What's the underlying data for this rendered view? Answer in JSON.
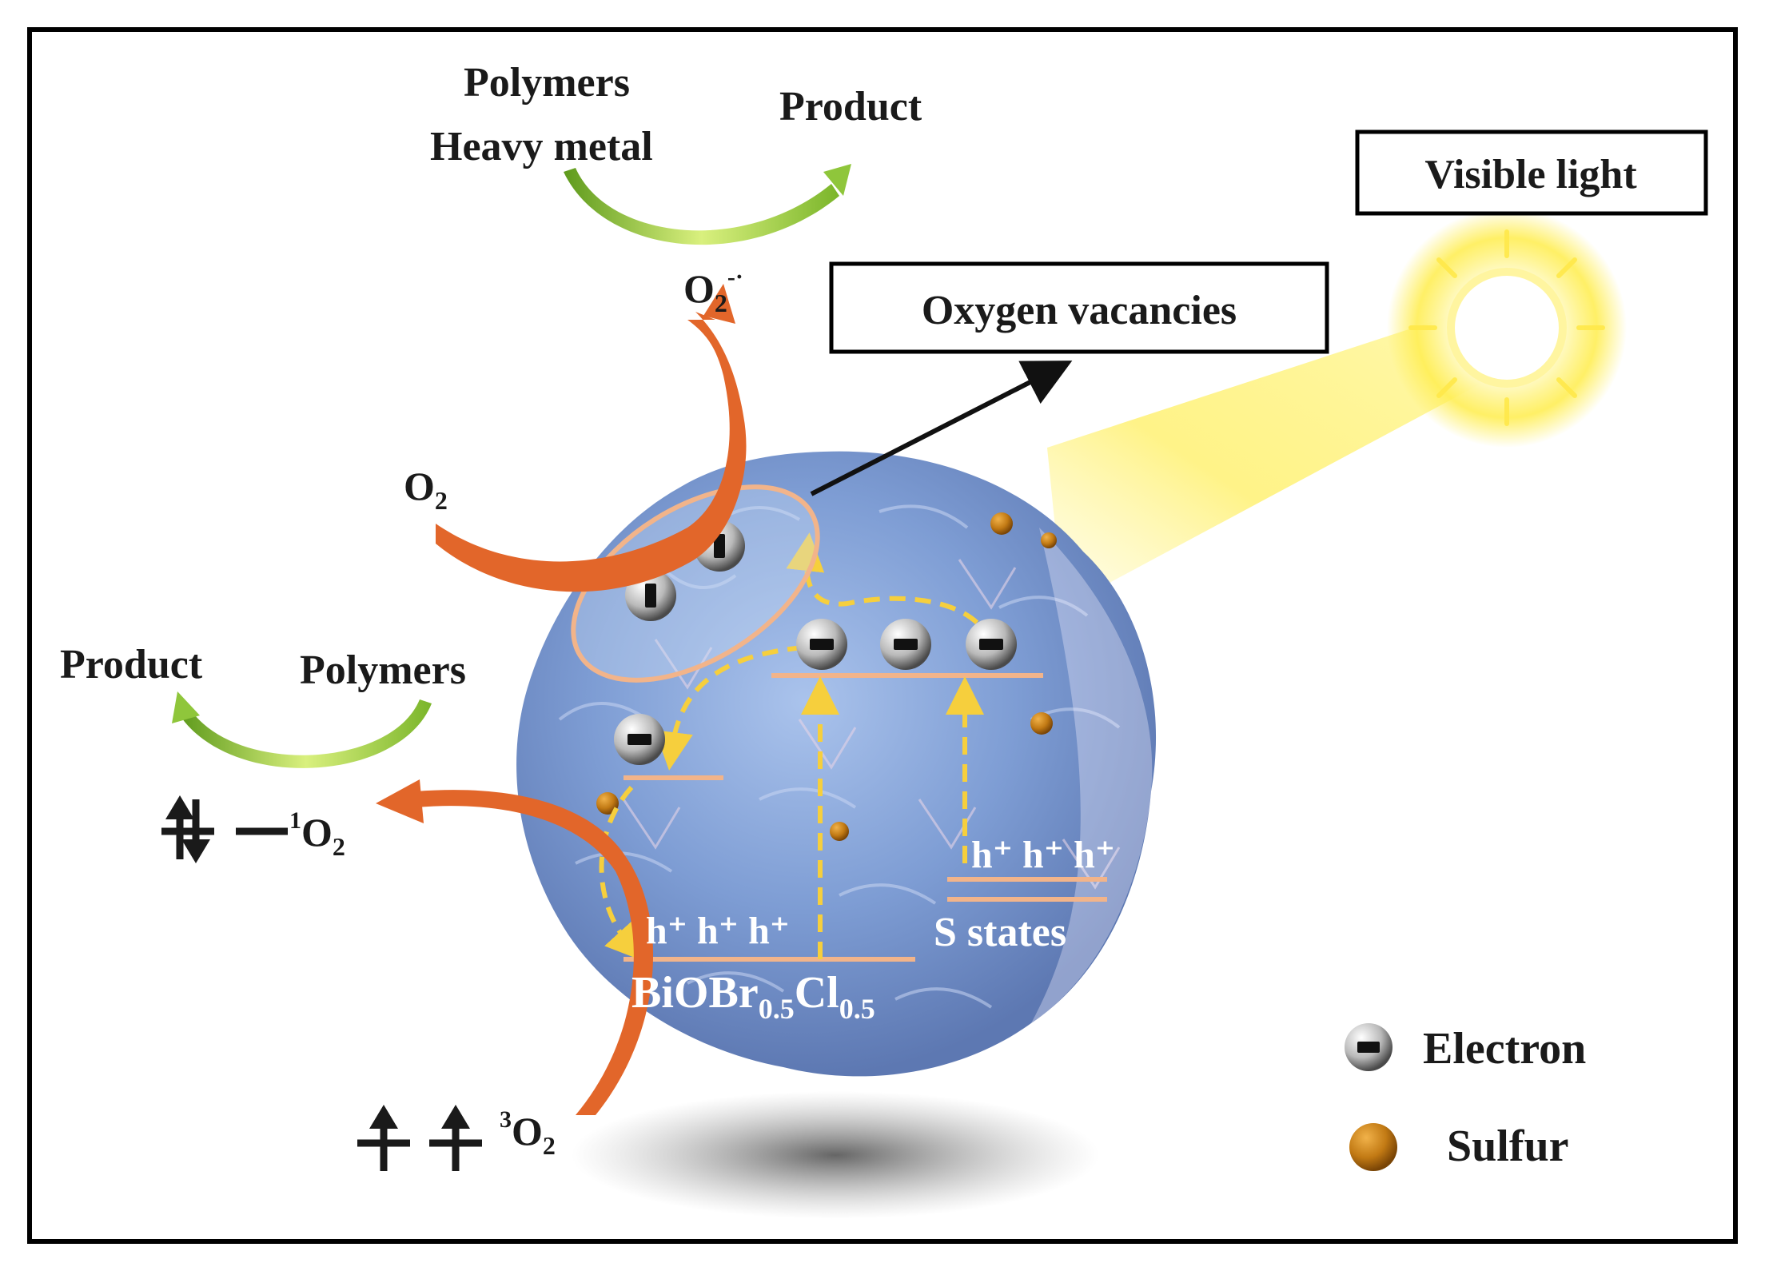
{
  "labels": {
    "polymers_top": "Polymers",
    "heavy_metal": "Heavy metal",
    "product_top": "Product",
    "visible_light": "Visible light",
    "oxygen_vacancies": "Oxygen vacancies",
    "superoxide": "O",
    "superoxide_sub": "2",
    "superoxide_sup": "-·",
    "o2": "O",
    "o2_sub": "2",
    "product_left": "Product",
    "polymers_left": "Polymers",
    "singlet_sup": "1",
    "singlet": "O",
    "singlet_sub": "2",
    "triplet_sup": "3",
    "triplet": "O",
    "triplet_sub": "2",
    "holes_left": "h⁺ h⁺ h⁺",
    "holes_right": "h⁺ h⁺ h⁺",
    "s_states": "S states",
    "catalyst_a": "BiOBr",
    "catalyst_a_sub": "0.5",
    "catalyst_b": "Cl",
    "catalyst_b_sub": "0.5",
    "legend_electron": "Electron",
    "legend_sulfur": "Sulfur",
    "electron_sign": "−"
  },
  "icons": [
    "electron-icon",
    "sulfur-icon",
    "sun-icon",
    "spin-arrow-icon"
  ],
  "colors": {
    "orange_arrow": "#e2662a",
    "green_arrow": "#8fc63b",
    "level_line": "#f2b48a",
    "dashed_arrow": "#f6cf3d",
    "sphere": "#7f9fd6",
    "sulfur": "#c27a14",
    "light_beam": "#fff27a"
  }
}
